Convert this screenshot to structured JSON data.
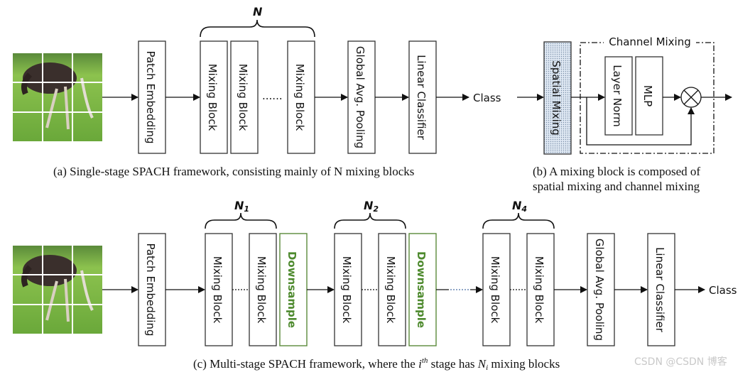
{
  "panel_a": {
    "caption": "(a) Single-stage SPACH framework, consisting mainly of N mixing blocks",
    "image_alt": "ostrich image split into patches",
    "brace_label": "N",
    "blocks": [
      "Patch Embedding",
      "Mixing Block",
      "Mixing Block",
      "Mixing Block",
      "Global Avg. Pooling",
      "Linear Classifier"
    ],
    "ellipsis": "......",
    "output": "Class"
  },
  "panel_b": {
    "caption_line1": "(b) A mixing block is composed of",
    "caption_line2": "spatial mixing and channel mixing",
    "spatial": "Spatial Mixing",
    "channel_title": "Channel Mixing",
    "layer_norm": "Layer Norm",
    "mlp": "MLP"
  },
  "panel_c": {
    "caption": "(c) Multi-stage SPACH framework, where the i-th stage has N_i mixing blocks",
    "caption_pre": "(c) Multi-stage SPACH framework, where the ",
    "caption_i": "i",
    "caption_th": "th",
    "caption_mid": " stage has ",
    "caption_N": "N",
    "caption_sub": "i",
    "caption_post": " mixing blocks",
    "patch": "Patch Embedding",
    "mixing": "Mixing Block",
    "downsample": "Downsample",
    "pool": "Global Avg. Pooling",
    "classifier": "Linear Classifier",
    "output": "Class",
    "brace_labels": [
      {
        "N": "N",
        "sub": "1"
      },
      {
        "N": "N",
        "sub": "2"
      },
      {
        "N": "N",
        "sub": "4"
      }
    ]
  },
  "colors": {
    "downsample": "#4e8a2e",
    "stroke": "#333333"
  },
  "watermark": "CSDN @CSDN 博客"
}
